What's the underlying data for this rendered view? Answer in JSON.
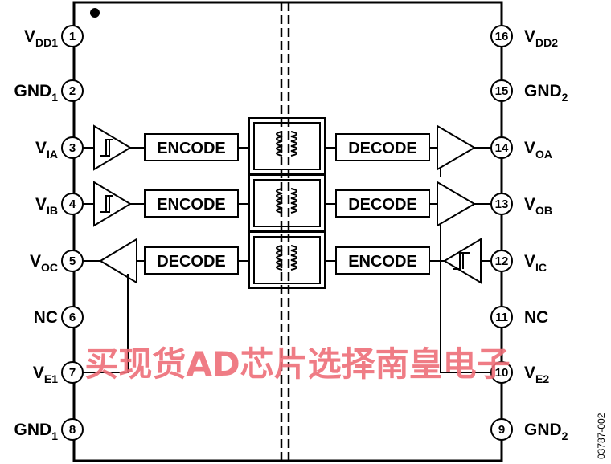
{
  "left_pins": [
    {
      "num": "1",
      "main": "V",
      "sub": "DD1"
    },
    {
      "num": "2",
      "main": "GND",
      "sub": "1"
    },
    {
      "num": "3",
      "main": "V",
      "sub": "IA"
    },
    {
      "num": "4",
      "main": "V",
      "sub": "IB"
    },
    {
      "num": "5",
      "main": "V",
      "sub": "OC"
    },
    {
      "num": "6",
      "main": "NC",
      "sub": ""
    },
    {
      "num": "7",
      "main": "V",
      "sub": "E1"
    },
    {
      "num": "8",
      "main": "GND",
      "sub": "1"
    }
  ],
  "right_pins": [
    {
      "num": "16",
      "main": "V",
      "sub": "DD2"
    },
    {
      "num": "15",
      "main": "GND",
      "sub": "2"
    },
    {
      "num": "14",
      "main": "V",
      "sub": "OA"
    },
    {
      "num": "13",
      "main": "V",
      "sub": "OB"
    },
    {
      "num": "12",
      "main": "V",
      "sub": "IC"
    },
    {
      "num": "11",
      "main": "NC",
      "sub": ""
    },
    {
      "num": "10",
      "main": "V",
      "sub": "E2"
    },
    {
      "num": "9",
      "main": "GND",
      "sub": "2"
    }
  ],
  "channels": [
    {
      "left_block": "ENCODE",
      "right_block": "DECODE"
    },
    {
      "left_block": "ENCODE",
      "right_block": "DECODE"
    },
    {
      "left_block": "DECODE",
      "right_block": "ENCODE"
    }
  ],
  "watermark": "买现货AD芯片选择南皇电子",
  "figure_code": "03787-002"
}
